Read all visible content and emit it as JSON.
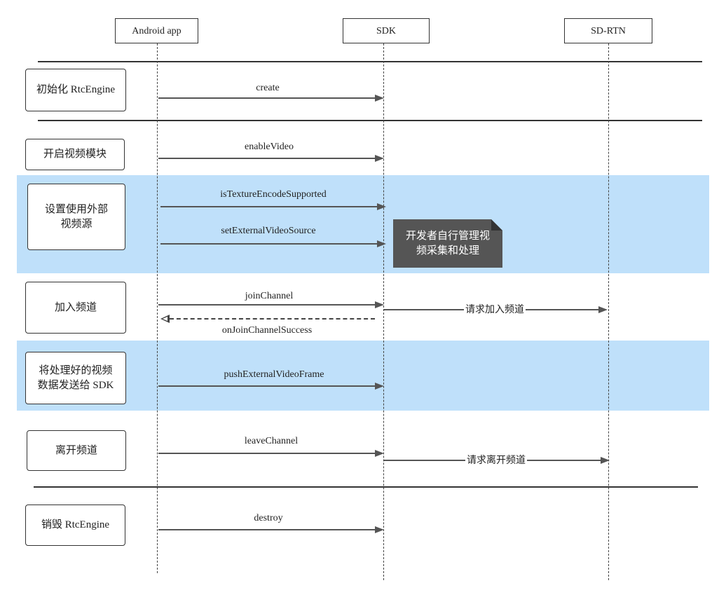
{
  "participants": [
    "Android app",
    "SDK",
    "SD-RTN"
  ],
  "steps": {
    "init": "初始化 RtcEngine",
    "enable_video": "开启视频模块",
    "external_source": "设置使用外部视频源",
    "join": "加入频道",
    "push_frame": "将处理好的视频数据发送给 SDK",
    "leave": "离开频道",
    "destroy": "销毁 RtcEngine"
  },
  "messages": {
    "create": "create",
    "enable_video": "enableVideo",
    "is_texture": "isTextureEncodeSupported",
    "set_external": "setExternalVideoSource",
    "join_channel": "joinChannel",
    "request_join": "请求加入频道",
    "on_join_success": "onJoinChannelSuccess",
    "push_external": "pushExternalVideoFrame",
    "leave_channel": "leaveChannel",
    "request_leave": "请求离开频道",
    "destroy": "destroy"
  },
  "note": "开发者自行管理视频采集和处理",
  "colors": {
    "band": "#bfe0fa",
    "note": "#555555",
    "line": "#333333"
  }
}
